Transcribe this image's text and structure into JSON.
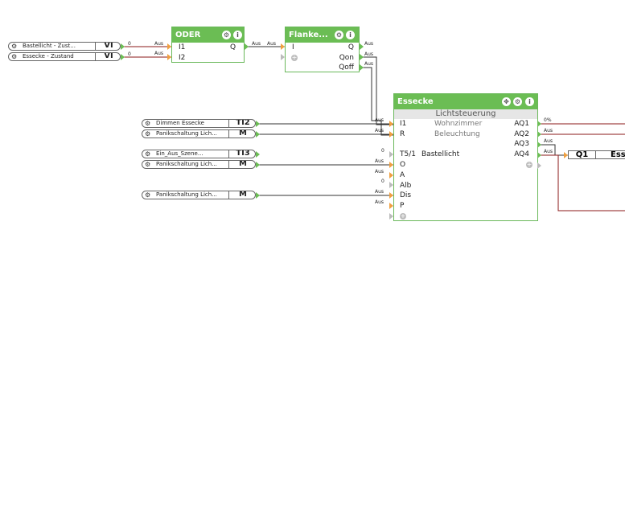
{
  "inputs": [
    {
      "name": "Bastellicht - Zust...",
      "type": "VI"
    },
    {
      "name": "Essecke - Zustand",
      "type": "VI"
    },
    {
      "name": "Dimmen Essecke",
      "type": "TI2"
    },
    {
      "name": "Panikschaltung Lich...",
      "type": "M"
    },
    {
      "name": "Ein_Aus_Szene...",
      "type": "TI3"
    },
    {
      "name": "Panikschaltung Lich...",
      "type": "M"
    },
    {
      "name": "Panikschaltung Lich...",
      "type": "M"
    }
  ],
  "colors": {
    "header": "#6bbd54",
    "port": "#6bbd54",
    "wire_red": "#8b1a1a",
    "wire_dark": "#333333"
  },
  "wire_tags": {
    "aus": "Aus",
    "zero": "0",
    "percent": "0%"
  },
  "oder": {
    "title": "ODER",
    "inputs": [
      "I1",
      "I2"
    ],
    "output": "Q"
  },
  "flanke": {
    "title": "Flanke...",
    "inputs": [
      "I"
    ],
    "outputs": [
      "Q",
      "Qon",
      "Qoff"
    ]
  },
  "essecke": {
    "title": "Essecke",
    "subtitle": "Lichtsteuerung",
    "inputs": [
      {
        "port": "I1",
        "label": "Wohnzimmer"
      },
      {
        "port": "R",
        "label": "Beleuchtung"
      },
      {
        "port": "T5/1",
        "label": "Bastellicht"
      },
      {
        "port": "O",
        "label": ""
      },
      {
        "port": "A",
        "label": ""
      },
      {
        "port": "Alb",
        "label": ""
      },
      {
        "port": "Dis",
        "label": ""
      },
      {
        "port": "P",
        "label": ""
      }
    ],
    "outputs": [
      "AQ1",
      "AQ2",
      "AQ3",
      "AQ4"
    ]
  },
  "q1": {
    "type": "Q1",
    "name": "Ess"
  },
  "icons": {
    "gear": "gear-icon",
    "info": "info-icon",
    "move": "move-icon",
    "add": "add-icon"
  }
}
